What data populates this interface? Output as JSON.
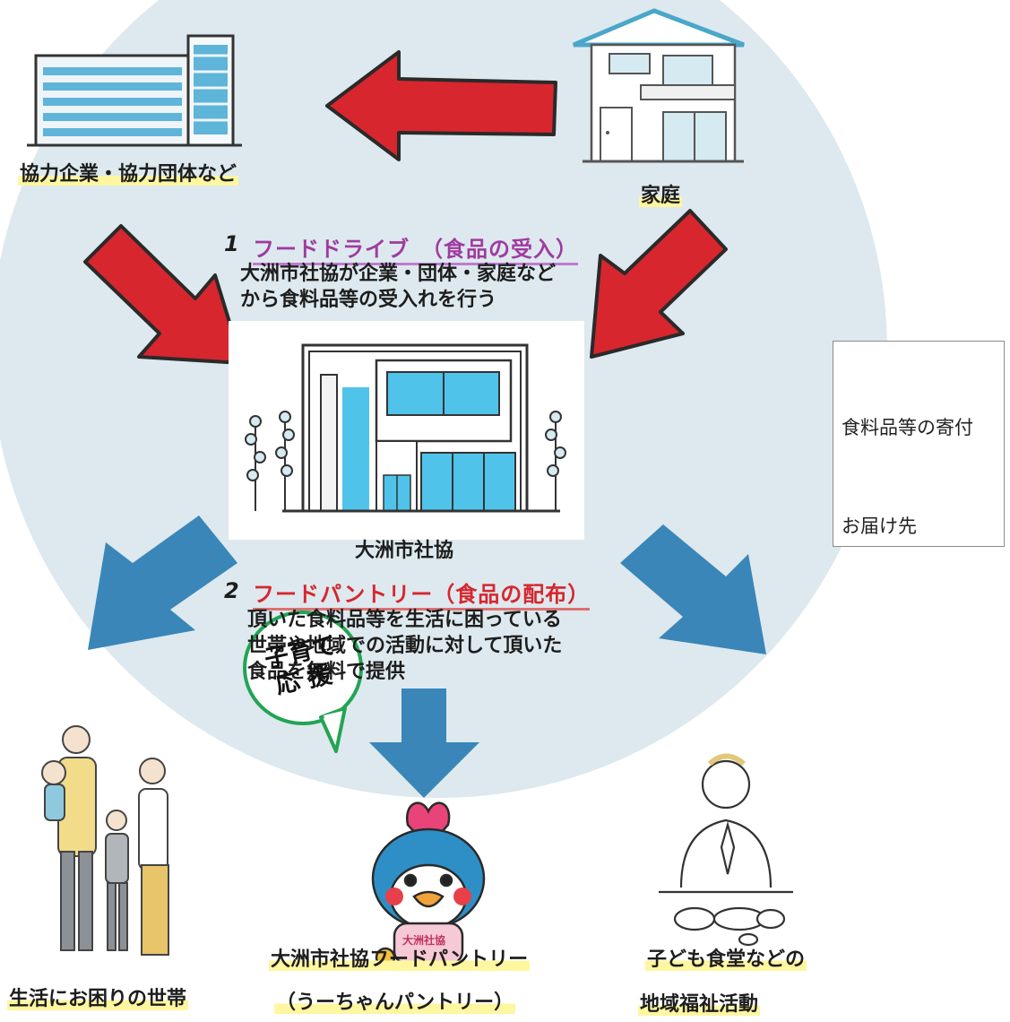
{
  "nodes": {
    "partners": "協力企業・協力団体など",
    "household": "家庭",
    "center": "大洲市社協",
    "households_in_need": "生活にお困りの世帯",
    "pantry_line1": "大洲市社協フードパントリー",
    "pantry_line2": "（うーちゃんパントリー）",
    "community_line1": "子ども食堂などの",
    "community_line2": "地域福祉活動"
  },
  "steps": [
    {
      "number": "1",
      "title": "フードドライブ　（食品の受入）",
      "lines": [
        "大洲市社協が企業・団体・家庭など",
        "から食料品等の受入れを行う"
      ]
    },
    {
      "number": "2",
      "title": "フードパントリー（食品の配布）",
      "lines": [
        "頂いた食料品等を生活に困っている",
        "世帯や地域での活動に対して頂いた",
        "食品を無料で提供"
      ]
    }
  ],
  "speech_bubble": {
    "line1": "子育て",
    "line2": "応 援"
  },
  "mascot_badge": "大洲社協",
  "legend": {
    "donation": "食料品等の寄付",
    "delivery": "お届け先"
  },
  "colors": {
    "donation_arrow": "#d7262e",
    "delivery_arrow": "#3a86b8",
    "background_circle": "#dde9ee",
    "highlight": "#fff6a0"
  },
  "icons": [
    "office-building-icon",
    "house-icon",
    "center-building-icon",
    "family-icon",
    "mascot-icon",
    "praying-person-icon"
  ]
}
